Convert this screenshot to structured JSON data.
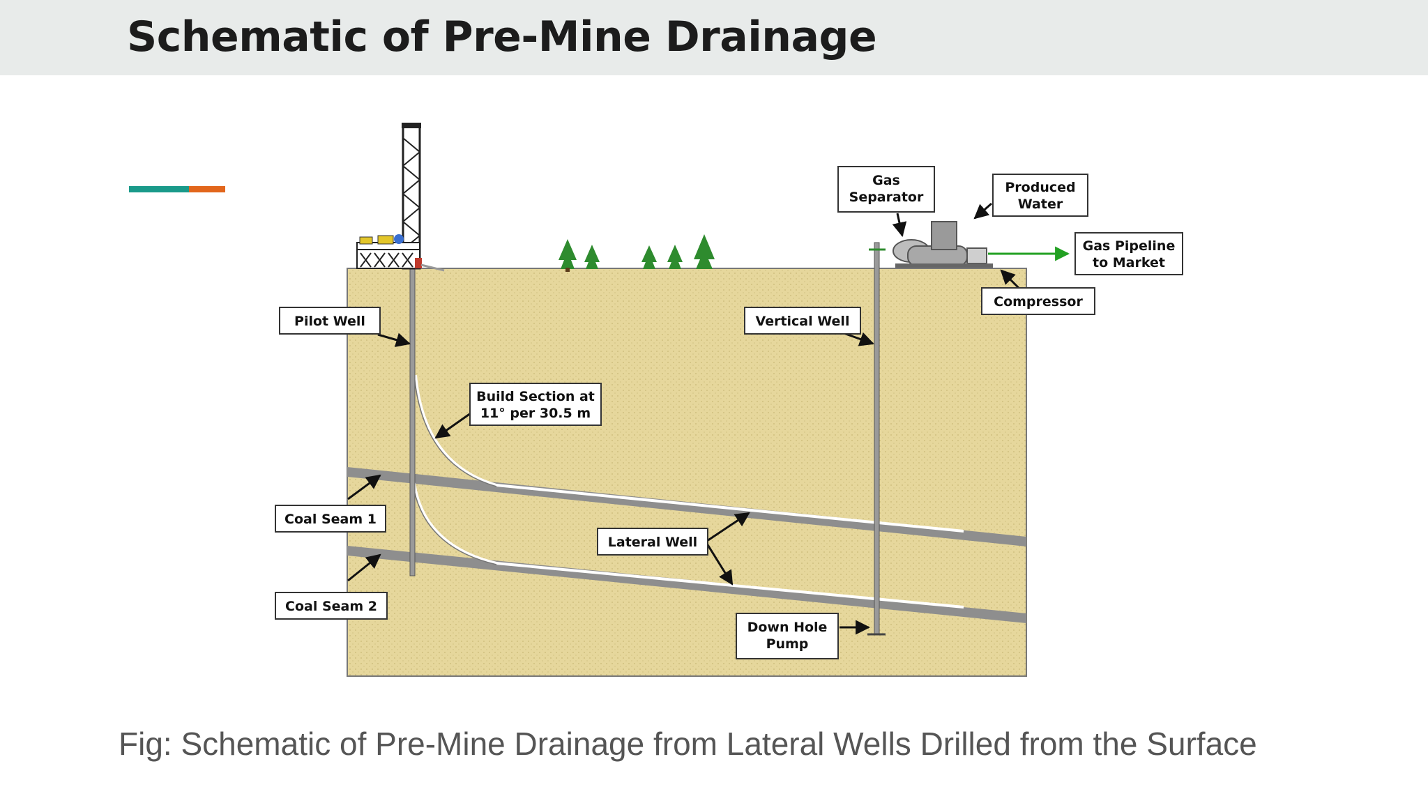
{
  "slide": {
    "title": "Schematic of Pre-Mine Drainage",
    "caption": "Fig: Schematic of Pre-Mine Drainage from Lateral Wells Drilled from the Surface",
    "accent_colors": [
      "#1a9a8a",
      "#e2661c"
    ]
  },
  "diagram": {
    "labels": {
      "pilot_well": "Pilot Well",
      "vertical_well": "Vertical Well",
      "gas_separator_1": "Gas",
      "gas_separator_2": "Separator",
      "produced_water_1": "Produced",
      "produced_water_2": "Water",
      "gas_pipeline_1": "Gas Pipeline",
      "gas_pipeline_2": "to Market",
      "compressor": "Compressor",
      "build_section_1": "Build Section at",
      "build_section_2": "11° per 30.5 m",
      "coal_seam_1": "Coal Seam 1",
      "coal_seam_2": "Coal Seam 2",
      "lateral_well": "Lateral Well",
      "down_hole_pump_1": "Down Hole",
      "down_hole_pump_2": "Pump"
    },
    "colors": {
      "ground": "#e6d79c",
      "seam": "#8e8e8e",
      "tree": "#2e8b2e",
      "pipeline_arrow": "#22a022"
    }
  }
}
